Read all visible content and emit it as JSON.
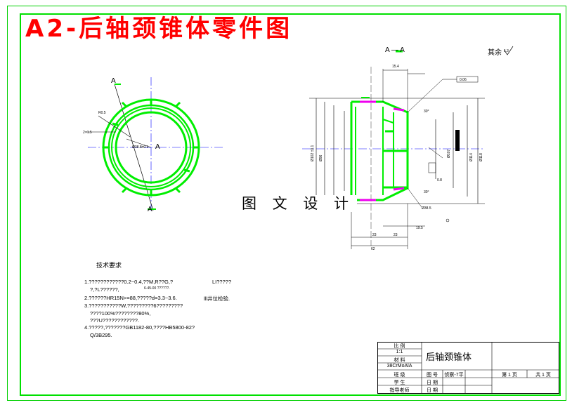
{
  "title": "A2-后轴颈锥体零件图",
  "section_label": "A — A",
  "section_marker_top": "A",
  "section_marker_bottom": "A",
  "center_label": "A",
  "roughness_note": "其余",
  "roughness_value": "6.3",
  "watermark": "图 文 设 计",
  "tech": {
    "title": "技术要求",
    "lines": [
      "1.????????????0.2~0.4,??M,R??G,?",
      "?,?L??????,",
      "2.??????HR15N>=88,?????d=3.3~3.6.",
      "3.???????????W,?????????6?????????",
      "????100%????????80%,",
      "???U????????????.",
      "4.?????,???????GB1182-80,????HB5800-82?",
      "Q/3B295."
    ],
    "side_notes": [
      "LI?????",
      "6-45-00 ??????.",
      "lll井位检验."
    ]
  },
  "title_block": {
    "part_name": "后轴颈锥体",
    "scale_label": "比 例",
    "scale_value": "1:1",
    "material_label": "材 料",
    "material_value": "38CrMoAlA",
    "class_label": "班 级",
    "student_label": "学 生",
    "teacher_label": "指导老师",
    "drawing_no_label": "图 号",
    "drawing_no_value": "侦察-7平",
    "date_label_1": "日 期",
    "date_label_2": "日 期",
    "sheet_label": "第 1 页",
    "total_label": "共 1 页"
  },
  "colors": {
    "title": "#ff0000",
    "frame": "#00e000",
    "part_outline": "#00ee00",
    "highlight": "#ee00ee",
    "line": "#000000",
    "centerline": "#0000ff"
  }
}
